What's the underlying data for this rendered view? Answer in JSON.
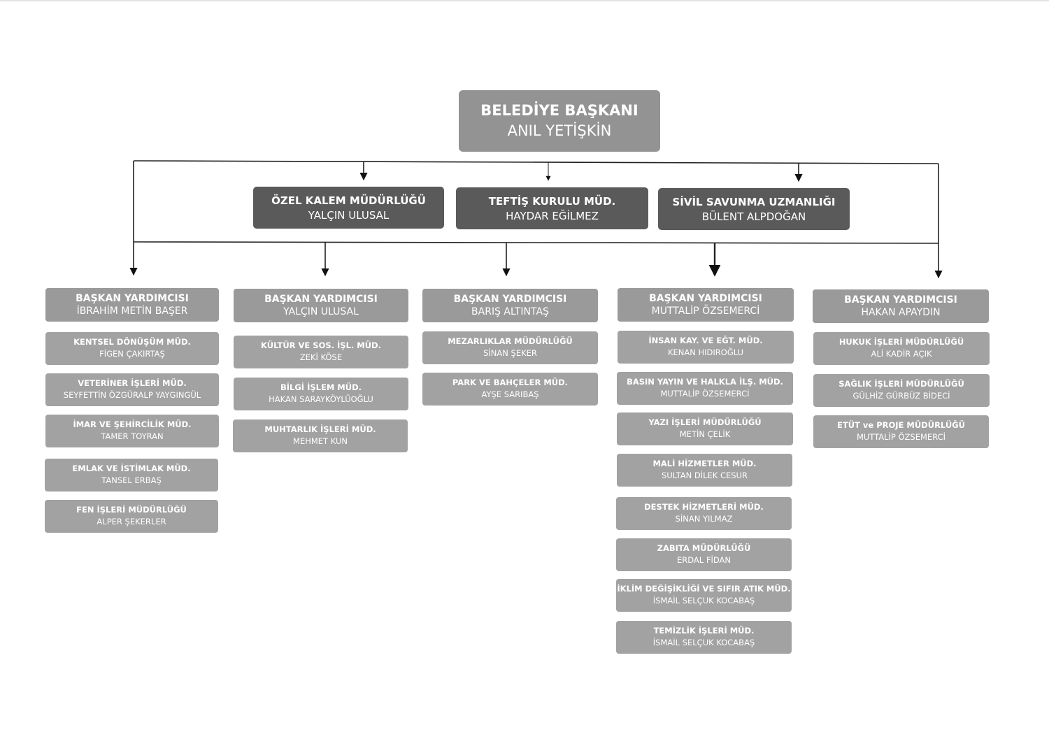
{
  "top": {
    "title": "BELEDİYE BAŞKANI",
    "name": "ANIL YETİŞKİN"
  },
  "staff": [
    {
      "title": "ÖZEL KALEM MÜDÜRLÜĞÜ",
      "name": "YALÇIN ULUSAL"
    },
    {
      "title": "TEFTİŞ KURULU MÜD.",
      "name": "HAYDAR EĞİLMEZ"
    },
    {
      "title": "SİVİL SAVUNMA UZMANLIĞI",
      "name": "BÜLENT ALPDOĞAN"
    }
  ],
  "columns": [
    {
      "vice": {
        "title": "BAŞKAN YARDIMCISI",
        "name": "İBRAHİM METİN BAŞER"
      },
      "depts": [
        {
          "title": "KENTSEL DÖNÜŞÜM MÜD.",
          "name": "FİGEN ÇAKIRTAŞ"
        },
        {
          "title": "VETERİNER İŞLERİ MÜD.",
          "name": "SEYFETTİN ÖZGÜRALP YAYGINGÜL"
        },
        {
          "title": "İMAR VE ŞEHİRCİLİK MÜD.",
          "name": "TAMER TOYRAN"
        },
        {
          "title": "EMLAK VE İSTİMLAK MÜD.",
          "name": "TANSEL ERBAŞ"
        },
        {
          "title": "FEN İŞLERİ MÜDÜRLÜĞÜ",
          "name": "ALPER ŞEKERLER"
        }
      ]
    },
    {
      "vice": {
        "title": "BAŞKAN YARDIMCISI",
        "name": "YALÇIN ULUSAL"
      },
      "depts": [
        {
          "title": "KÜLTÜR VE SOS. İŞL. MÜD.",
          "name": "ZEKİ KÖSE"
        },
        {
          "title": "BİLGİ İŞLEM MÜD.",
          "name": "HAKAN SARAYKÖYLÜOĞLU"
        },
        {
          "title": "MUHTARLIK İŞLERİ MÜD.",
          "name": "MEHMET KUN"
        }
      ]
    },
    {
      "vice": {
        "title": "BAŞKAN YARDIMCISI",
        "name": "BARIŞ ALTINTAŞ"
      },
      "depts": [
        {
          "title": "MEZARLIKLAR MÜDÜRLÜĞÜ",
          "name": "SİNAN ŞEKER"
        },
        {
          "title": "PARK VE BAHÇELER MÜD.",
          "name": "AYŞE SARIBAŞ"
        }
      ]
    },
    {
      "vice": {
        "title": "BAŞKAN YARDIMCISI",
        "name": "MUTTALİP ÖZSEMERCİ"
      },
      "depts": [
        {
          "title": "İNSAN KAY. VE EĞT. MÜD.",
          "name": "KENAN HIDIROĞLU"
        },
        {
          "title": "BASIN YAYIN VE HALKLA İLŞ. MÜD.",
          "name": "MUTTALİP ÖZSEMERCİ"
        },
        {
          "title": "YAZI İŞLERİ MÜDÜRLÜĞÜ",
          "name": "METİN ÇELİK"
        },
        {
          "title": "MALİ HİZMETLER MÜD.",
          "name": "SULTAN DİLEK CESUR"
        },
        {
          "title": "DESTEK HİZMETLERİ MÜD.",
          "name": "SİNAN YILMAZ"
        },
        {
          "title": "ZABITA MÜDÜRLÜĞÜ",
          "name": "ERDAL FİDAN"
        },
        {
          "title": "İKLİM DEĞİŞİKLİĞİ VE SIFIR ATIK MÜD.",
          "name": "İSMAİL SELÇUK KOCABAŞ"
        },
        {
          "title": "TEMİZLİK İŞLERİ MÜD.",
          "name": "İSMAİL SELÇUK KOCABAŞ"
        }
      ]
    },
    {
      "vice": {
        "title": "BAŞKAN YARDIMCISI",
        "name": "HAKAN APAYDIN"
      },
      "depts": [
        {
          "title": "HUKUK İŞLERİ MÜDÜRLÜĞÜ",
          "name": "ALİ KADİR AÇIK"
        },
        {
          "title": "SAĞLIK İŞLERİ MÜDÜRLÜĞÜ",
          "name": "GÜLHİZ GÜRBÜZ BİDECİ"
        },
        {
          "title": "ETÜT ve PROJE MÜDÜRLÜĞÜ",
          "name": "MUTTALİP ÖZSEMERCİ"
        }
      ]
    }
  ]
}
